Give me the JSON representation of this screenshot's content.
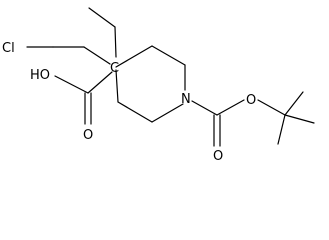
{
  "labels": {
    "chlorine": "Cl",
    "hydroxyl": "HO",
    "carbonyl_oxygen_acid": "O",
    "nitrogen": "N",
    "carbonyl_oxygen_boc": "O",
    "ester_oxygen_boc": "O",
    "quaternary_carbon": "C"
  },
  "colors": {
    "bond": "#000000",
    "text": "#000000",
    "background": "#ffffff"
  }
}
